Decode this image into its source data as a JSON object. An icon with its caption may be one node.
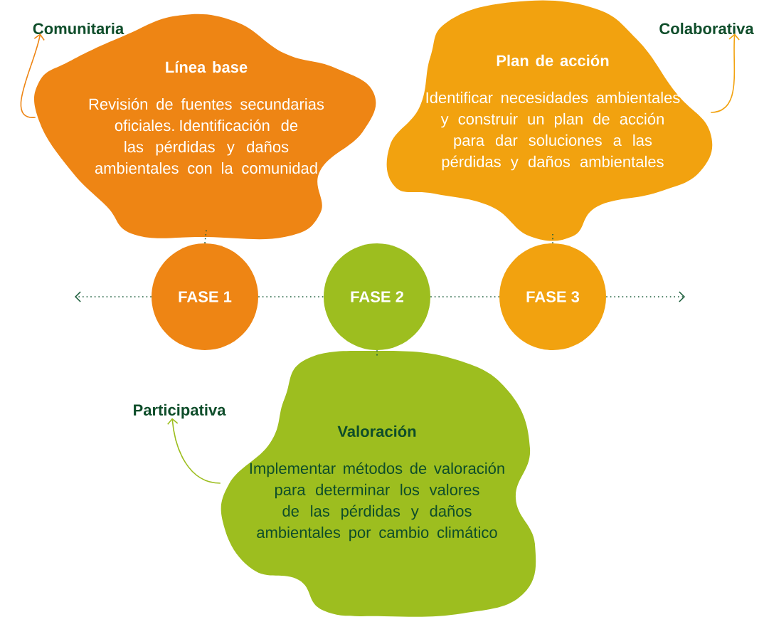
{
  "diagram": {
    "nodes": [
      {
        "text": [
          "Línea base",
          "Revisión de fuentes secundarias oficiales. Identificación de las pérdidas y daños ambientales con la comunidad"
        ]
      },
      {
        "text": [
          "Plan de acción",
          "Identificar necesidades ambientales y construir un plan de acción para dar soluciones a las pérdidas y daños ambientales"
        ]
      },
      {
        "text": [
          "FASE 1"
        ]
      },
      {
        "text": [
          "FASE 2"
        ]
      },
      {
        "text": [
          "FASE 3"
        ]
      },
      {
        "text": [
          "Valoración",
          "Implementar métodos de valoración para determinar los valores de las pérdidas y daños ambientales por cambio climático"
        ]
      },
      {
        "text": [
          "Comunitaria"
        ]
      },
      {
        "text": [
          "Colaborativa"
        ]
      },
      {
        "text": [
          "Participativa"
        ]
      }
    ],
    "edges": [
      {
        "from": 2,
        "to": 0,
        "arrow": "none",
        "style": "dashed"
      },
      {
        "from": 2,
        "to": 3,
        "arrow": "none",
        "style": "dashed"
      },
      {
        "from": 3,
        "to": 4,
        "arrow": "none",
        "style": "dashed"
      },
      {
        "from": 4,
        "to": 1,
        "arrow": "none",
        "style": "dashed"
      },
      {
        "from": 3,
        "to": 5,
        "arrow": "none",
        "style": "dashed"
      },
      {
        "from": 2,
        "to": null,
        "arrow": "to",
        "style": "dashed"
      },
      {
        "from": 4,
        "to": null,
        "arrow": "to",
        "style": "dashed"
      },
      {
        "from": 0,
        "to": 6,
        "arrow": "to",
        "color": "#ee8514"
      },
      {
        "from": 1,
        "to": 7,
        "arrow": "to",
        "color": "#f2a20f"
      },
      {
        "from": 5,
        "to": 8,
        "arrow": "to",
        "color": "#9dbe1f"
      }
    ]
  }
}
